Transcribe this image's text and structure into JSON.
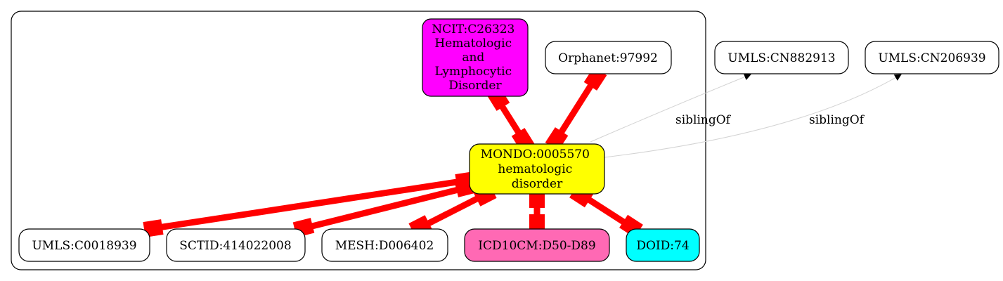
{
  "colors": {
    "equiv_edge": "#ff0000",
    "sibling_edge": "#d3d3d3",
    "ncit_fill": "#ff00ff",
    "mondo_fill": "#ffff00",
    "icd_fill": "#ff69b4",
    "doid_fill": "#00ffff",
    "default_fill": "#ffffff"
  },
  "nodes": {
    "ncit": [
      "NCIT:C26323",
      "Hematologic",
      "and",
      "Lymphocytic",
      "Disorder"
    ],
    "orphanet": [
      "Orphanet:97992"
    ],
    "mondo": [
      "MONDO:0005570",
      "hematologic",
      "disorder"
    ],
    "umls_c": [
      "UMLS:C0018939"
    ],
    "sctid": [
      "SCTID:414022008"
    ],
    "mesh": [
      "MESH:D006402"
    ],
    "icd10": [
      "ICD10CM:D50-D89"
    ],
    "doid": [
      "DOID:74"
    ],
    "umls_cn1": [
      "UMLS:CN882913"
    ],
    "umls_cn2": [
      "UMLS:CN206939"
    ]
  },
  "edges": {
    "sibling_label_1": "siblingOf",
    "sibling_label_2": "siblingOf"
  }
}
